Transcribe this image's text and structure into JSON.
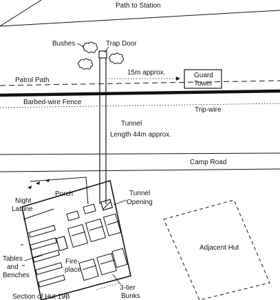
{
  "labels": {
    "path_to_station": "Path to Station",
    "bushes": "Bushes",
    "trap_door": "Trap Door",
    "distance_to_tower": "15m approx.",
    "guard_tower_line1": "Guard",
    "guard_tower_line2": "Tower",
    "patrol_path": "Patrol Path",
    "barbed_wire_fence": "Barbed-wire Fence",
    "trip_wire": "Trip-wire",
    "tunnel": "Tunnel",
    "tunnel_length": "Length 44m approx.",
    "camp_road": "Camp Road",
    "night_latrine_line1": "Night",
    "night_latrine_line2": "Latrine",
    "porch": "Porch",
    "tunnel_opening_line1": "Tunnel",
    "tunnel_opening_line2": "Opening",
    "adjacent_hut": "Adjacent Hut",
    "tables_line1": "Tables",
    "tables_line2": "and",
    "tables_line3": "Benches",
    "fireplace_line1": "Fire-",
    "fireplace_line2": "place",
    "bunks_line1": "3-tier",
    "bunks_line2": "Bunks",
    "section_of_hut": "Section of Hut 19B"
  }
}
